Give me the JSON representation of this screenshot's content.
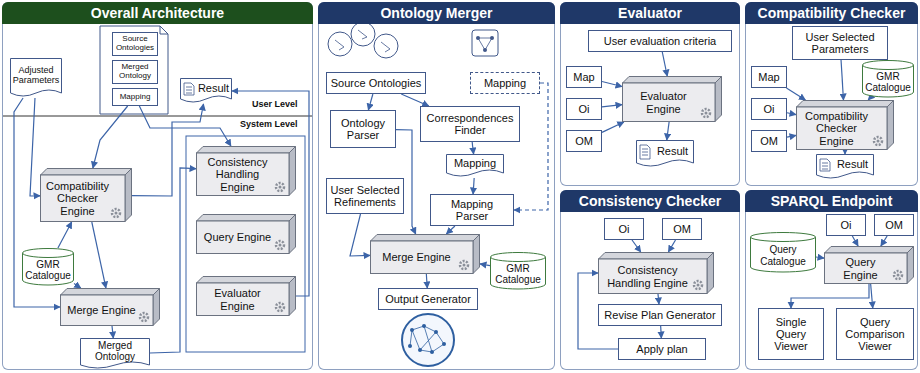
{
  "diagram": {
    "nodes": [
      {
        "text": [
          "Overall Architecture"
        ]
      },
      {
        "text": [
          "Adjusted Parameters"
        ],
        "in": 0
      },
      {
        "text": [
          "Source Ontologies"
        ],
        "in": 0
      },
      {
        "text": [
          "Merged Ontology"
        ],
        "in": 0
      },
      {
        "text": [
          "Mapping"
        ],
        "in": 0
      },
      {
        "text": [
          "Result"
        ],
        "in": 0
      },
      {
        "text": [
          "Compatibility Checker Engine"
        ],
        "in": 0
      },
      {
        "text": [
          "GMR Catalogue"
        ],
        "in": 0
      },
      {
        "text": [
          "Merge Engine"
        ],
        "in": 0
      },
      {
        "text": [
          "Merged Ontology"
        ],
        "in": 0
      },
      {
        "text": [
          "Consistency Handling Engine"
        ],
        "in": 0
      },
      {
        "text": [
          "Query Engine"
        ],
        "in": 0
      },
      {
        "text": [
          "Evaluator Engine"
        ],
        "in": 0
      },
      {
        "text": [
          "Ontology Merger"
        ]
      },
      {
        "text": [
          "Source Ontologies"
        ],
        "in": 13
      },
      {
        "text": [
          "Mapping"
        ],
        "in": 13
      },
      {
        "text": [
          "Ontology Parser"
        ],
        "in": 13
      },
      {
        "text": [
          "Correspondences Finder"
        ],
        "in": 13
      },
      {
        "text": [
          "Mapping"
        ],
        "in": 13
      },
      {
        "text": [
          "User Selected Refinements"
        ],
        "in": 13
      },
      {
        "text": [
          "Mapping Parser"
        ],
        "in": 13
      },
      {
        "text": [
          "Merge Engine"
        ],
        "in": 13
      },
      {
        "text": [
          "GMR Catalogue"
        ],
        "in": 13
      },
      {
        "text": [
          "Output Generator"
        ],
        "in": 13
      },
      {
        "text": [
          "Evaluator"
        ]
      },
      {
        "text": [
          "User evaluation criteria"
        ],
        "in": 24
      },
      {
        "text": [
          "Map"
        ],
        "in": 24
      },
      {
        "text": [
          "Oi"
        ],
        "in": 24
      },
      {
        "text": [
          "OM"
        ],
        "in": 24
      },
      {
        "text": [
          "Evaluator Engine"
        ],
        "in": 24
      },
      {
        "text": [
          "Result"
        ],
        "in": 24
      },
      {
        "text": [
          "Compatibility Checker"
        ]
      },
      {
        "text": [
          "User Selected Parameters"
        ],
        "in": 31
      },
      {
        "text": [
          "Map"
        ],
        "in": 31
      },
      {
        "text": [
          "Oi"
        ],
        "in": 31
      },
      {
        "text": [
          "OM"
        ],
        "in": 31
      },
      {
        "text": [
          "GMR Catalogue"
        ],
        "in": 31
      },
      {
        "text": [
          "Compatibility Checker Engine"
        ],
        "in": 31
      },
      {
        "text": [
          "Result"
        ],
        "in": 31
      },
      {
        "text": [
          "Consistency Checker"
        ]
      },
      {
        "text": [
          "Oi"
        ],
        "in": 39
      },
      {
        "text": [
          "OM"
        ],
        "in": 39
      },
      {
        "text": [
          "Consistency Handling Engine"
        ],
        "in": 39
      },
      {
        "text": [
          "Revise Plan Generator"
        ],
        "in": 39
      },
      {
        "text": [
          "Apply plan"
        ],
        "in": 39
      },
      {
        "text": [
          "SPARQL Endpoint"
        ]
      },
      {
        "text": [
          "Oi"
        ],
        "in": 45
      },
      {
        "text": [
          "OM"
        ],
        "in": 45
      },
      {
        "text": [
          "Query Catalogue"
        ],
        "in": 45
      },
      {
        "text": [
          "Query Engine"
        ],
        "in": 45
      },
      {
        "text": [
          "Single Query Viewer"
        ],
        "in": 45
      },
      {
        "text": [
          "Query Comparison Viewer"
        ],
        "in": 45
      }
    ],
    "edges": [
      {
        "from": 1,
        "to": 6,
        "arrow": "to"
      },
      {
        "from": 1,
        "to": 8,
        "arrow": "to"
      },
      {
        "from": 4,
        "to": 6,
        "arrow": "to"
      },
      {
        "from": 4,
        "to": 10,
        "arrow": "to"
      },
      {
        "from": 7,
        "to": 6,
        "arrow": "to"
      },
      {
        "from": 7,
        "to": 8,
        "arrow": "to"
      },
      {
        "from": 6,
        "to": 8,
        "arrow": "to"
      },
      {
        "from": 8,
        "to": 9,
        "arrow": "to"
      },
      {
        "from": 9,
        "to": 10,
        "arrow": "to"
      },
      {
        "from": 6,
        "to": 5,
        "arrow": "to"
      },
      {
        "from": 12,
        "to": 5,
        "arrow": "to"
      },
      {
        "from": 14,
        "to": 16,
        "arrow": "to"
      },
      {
        "from": 14,
        "to": 17,
        "arrow": "to"
      },
      {
        "from": 15,
        "to": 20,
        "arrow": "to"
      },
      {
        "from": 17,
        "to": 18,
        "arrow": "to"
      },
      {
        "from": 18,
        "to": 20,
        "arrow": "to"
      },
      {
        "from": 16,
        "to": 21,
        "arrow": "to"
      },
      {
        "from": 19,
        "to": 21,
        "arrow": "to"
      },
      {
        "from": 20,
        "to": 21,
        "arrow": "to"
      },
      {
        "from": 22,
        "to": 21,
        "arrow": "to"
      },
      {
        "from": 21,
        "to": 23,
        "arrow": "to"
      },
      {
        "from": 25,
        "to": 29,
        "arrow": "to"
      },
      {
        "from": 26,
        "to": 29,
        "arrow": "to"
      },
      {
        "from": 27,
        "to": 29,
        "arrow": "to"
      },
      {
        "from": 28,
        "to": 29,
        "arrow": "to"
      },
      {
        "from": 29,
        "to": 30,
        "arrow": "to"
      },
      {
        "from": 32,
        "to": 37,
        "arrow": "to"
      },
      {
        "from": 33,
        "to": 37,
        "arrow": "to"
      },
      {
        "from": 34,
        "to": 37,
        "arrow": "to"
      },
      {
        "from": 35,
        "to": 37,
        "arrow": "to"
      },
      {
        "from": 36,
        "to": 37,
        "arrow": "to"
      },
      {
        "from": 37,
        "to": 38,
        "arrow": "to"
      },
      {
        "from": 40,
        "to": 42,
        "arrow": "to"
      },
      {
        "from": 41,
        "to": 42,
        "arrow": "to"
      },
      {
        "from": 42,
        "to": 43,
        "arrow": "to"
      },
      {
        "from": 43,
        "to": 44,
        "arrow": "to"
      },
      {
        "from": 44,
        "to": 42,
        "arrow": "to"
      },
      {
        "from": 46,
        "to": 49,
        "arrow": "to"
      },
      {
        "from": 47,
        "to": 49,
        "arrow": "to"
      },
      {
        "from": 48,
        "to": 49,
        "arrow": "to"
      },
      {
        "from": 49,
        "to": 50,
        "arrow": "to"
      },
      {
        "from": 49,
        "to": 51,
        "arrow": "to"
      }
    ],
    "labels": [
      "User Level",
      "System Level"
    ]
  }
}
